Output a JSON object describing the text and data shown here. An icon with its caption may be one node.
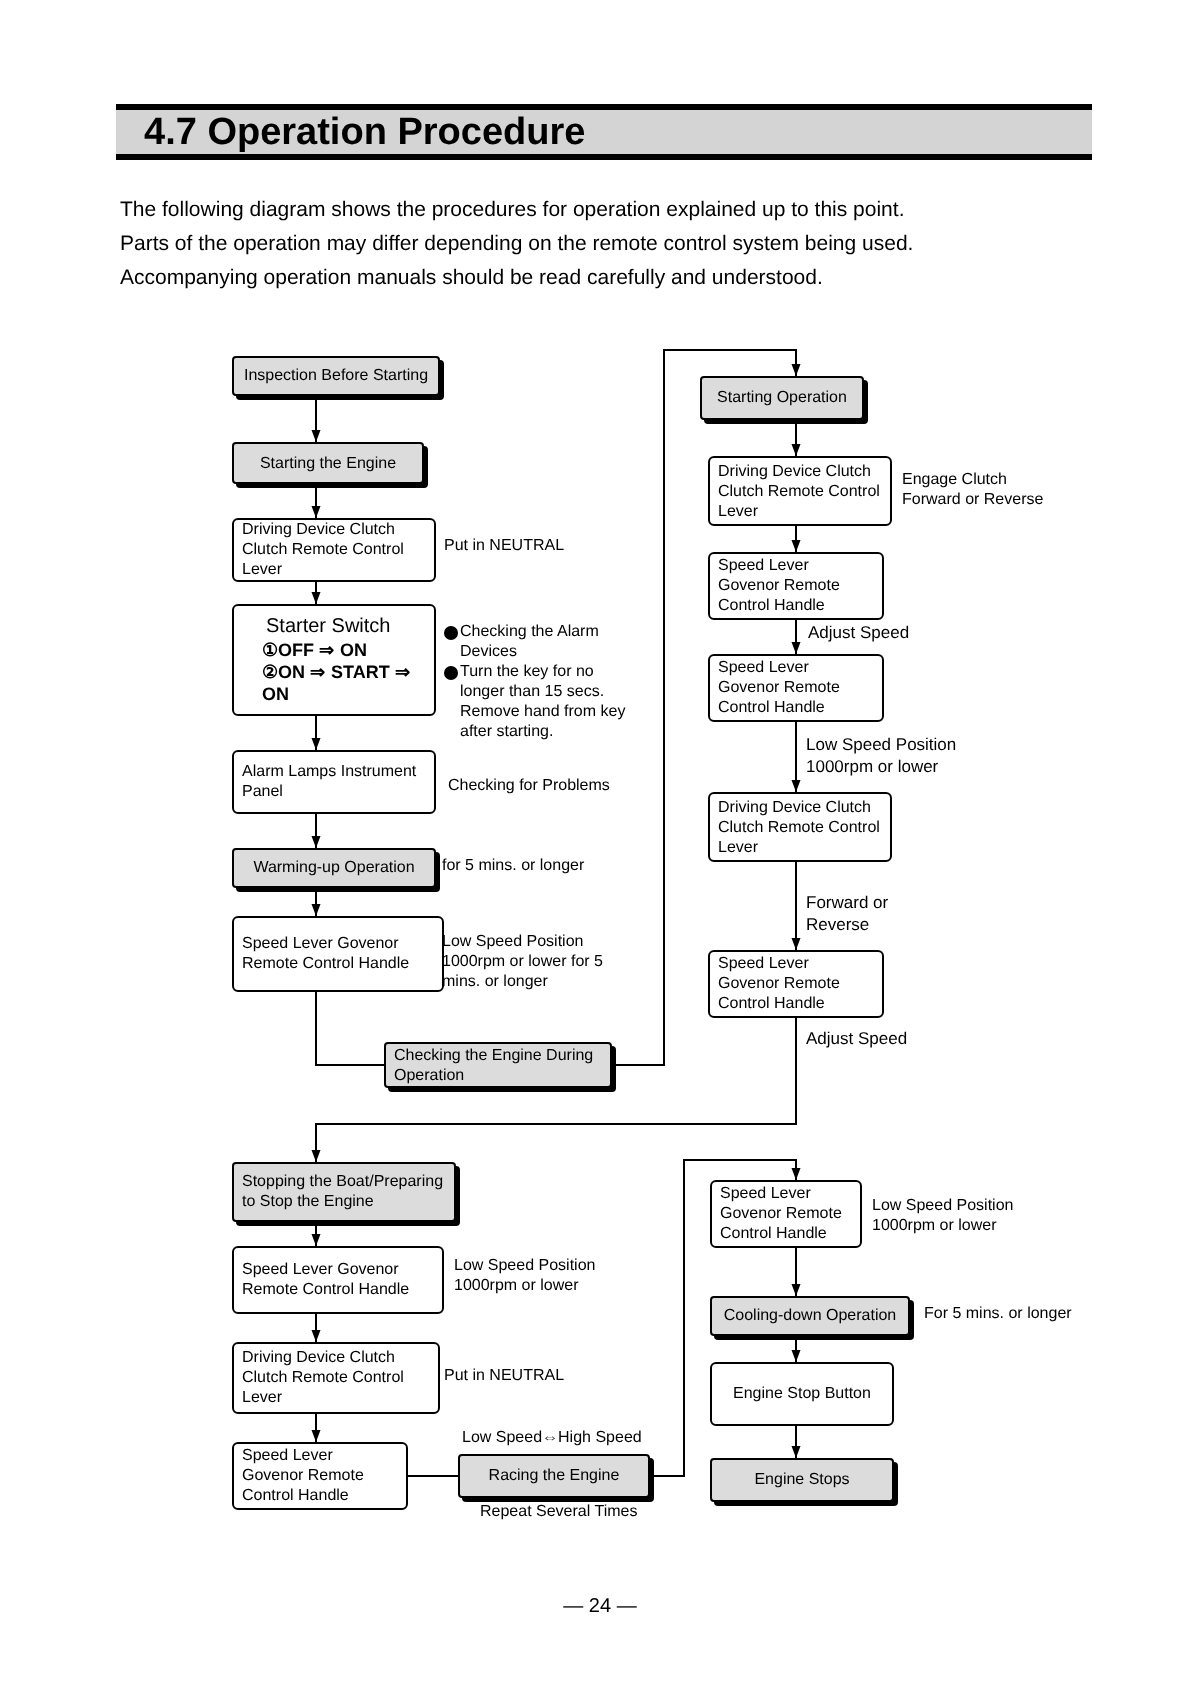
{
  "diagram": {
    "title": "4.7 Operation Procedure",
    "nodes": [
      {
        "text": [
          "Inspection Before Starting"
        ]
      },
      {
        "text": [
          "Starting the Engine"
        ]
      },
      {
        "text": [
          "Driving Device Clutch",
          "Clutch Remote Control Lever"
        ],
        "beside": [
          "Put in NEUTRAL"
        ]
      },
      {
        "text": [
          "Starter Switch",
          "①OFF ⇒ ON",
          "②ON ⇒ START ⇒ ON"
        ],
        "beside": [
          "Checking the Alarm Devices",
          "Turn the key for no longer than 15 secs. Remove hand from key after starting."
        ]
      },
      {
        "text": [
          "Alarm Lamps Instrument Panel"
        ],
        "beside": [
          "Checking for Problems"
        ]
      },
      {
        "text": [
          "Warming-up Operation"
        ],
        "beside": [
          "for 5 mins. or longer"
        ]
      },
      {
        "text": [
          "Speed Lever Govenor Remote Control Handle"
        ],
        "beside": [
          "Low Speed Position 1000rpm or lower for 5 mins. or longer"
        ]
      },
      {
        "text": [
          "Checking the Engine During Operation"
        ]
      },
      {
        "text": [
          "Starting Operation"
        ]
      },
      {
        "text": [
          "Driving Device Clutch Clutch Remote Control Lever"
        ],
        "beside": [
          "Engage Clutch Forward or Reverse"
        ]
      },
      {
        "text": [
          "Speed Lever Govenor Remote Control Handle"
        ]
      },
      {
        "text": [
          "Speed Lever Govenor Remote Control Handle"
        ]
      },
      {
        "text": [
          "Driving Device Clutch Clutch Remote Control Lever"
        ]
      },
      {
        "text": [
          "Speed Lever Govenor Remote Control Handle"
        ]
      },
      {
        "text": [
          "Stopping the Boat/Preparing to Stop the Engine"
        ]
      },
      {
        "text": [
          "Speed Lever Govenor Remote Control Handle"
        ],
        "beside": [
          "Low Speed Position 1000rpm or lower"
        ]
      },
      {
        "text": [
          "Driving Device Clutch Clutch Remote Control Lever"
        ],
        "beside": [
          "Put in NEUTRAL"
        ]
      },
      {
        "text": [
          "Speed Lever Govenor Remote Control Handle"
        ]
      },
      {
        "text": [
          "Racing the Engine"
        ],
        "beside": [
          "Low Speed⇔High Speed",
          "Repeat Several Times"
        ]
      },
      {
        "text": [
          "Speed Lever Govenor Remote Control Handle"
        ],
        "beside": [
          "Low Speed Position 1000rpm or lower"
        ]
      },
      {
        "text": [
          "Cooling-down Operation"
        ],
        "beside": [
          "For 5 mins. or longer"
        ]
      },
      {
        "text": [
          "Engine Stop Button"
        ]
      },
      {
        "text": [
          "Engine Stops"
        ]
      }
    ],
    "edges": [
      {
        "from": 0,
        "to": 1,
        "arrow": "to"
      },
      {
        "from": 1,
        "to": 2,
        "arrow": "to"
      },
      {
        "from": 2,
        "to": 3,
        "arrow": "to"
      },
      {
        "from": 3,
        "to": 4,
        "arrow": "to"
      },
      {
        "from": 4,
        "to": 5,
        "arrow": "to"
      },
      {
        "from": 5,
        "to": 6,
        "arrow": "to"
      },
      {
        "from": 6,
        "to": 7,
        "arrow": "none"
      },
      {
        "from": 7,
        "to": 8,
        "arrow": "to"
      },
      {
        "from": 8,
        "to": 9,
        "arrow": "to"
      },
      {
        "from": 9,
        "to": 10,
        "arrow": "to"
      },
      {
        "from": 10,
        "to": 11,
        "arrow": "to",
        "label": "Adjust Speed"
      },
      {
        "from": 11,
        "to": 12,
        "arrow": "to",
        "label": "Low Speed Position 1000rpm or lower"
      },
      {
        "from": 12,
        "to": 13,
        "arrow": "to",
        "label": "Forward or Reverse"
      },
      {
        "from": 13,
        "to": 14,
        "arrow": "to",
        "label": "Adjust Speed"
      },
      {
        "from": 14,
        "to": 15,
        "arrow": "to"
      },
      {
        "from": 15,
        "to": 16,
        "arrow": "to"
      },
      {
        "from": 16,
        "to": 17,
        "arrow": "to"
      },
      {
        "from": 17,
        "to": 18,
        "arrow": "none"
      },
      {
        "from": 18,
        "to": 19,
        "arrow": "to"
      },
      {
        "from": 19,
        "to": 20,
        "arrow": "to"
      },
      {
        "from": 20,
        "to": 21,
        "arrow": "to"
      },
      {
        "from": 21,
        "to": 22,
        "arrow": "to"
      }
    ],
    "labels": [
      "The following diagram shows the procedures for operation explained up to this point.",
      "Parts of the operation may differ depending on the remote control system being used.",
      "Accompanying operation manuals should be read carefully and understood.",
      "— 24 —"
    ]
  }
}
